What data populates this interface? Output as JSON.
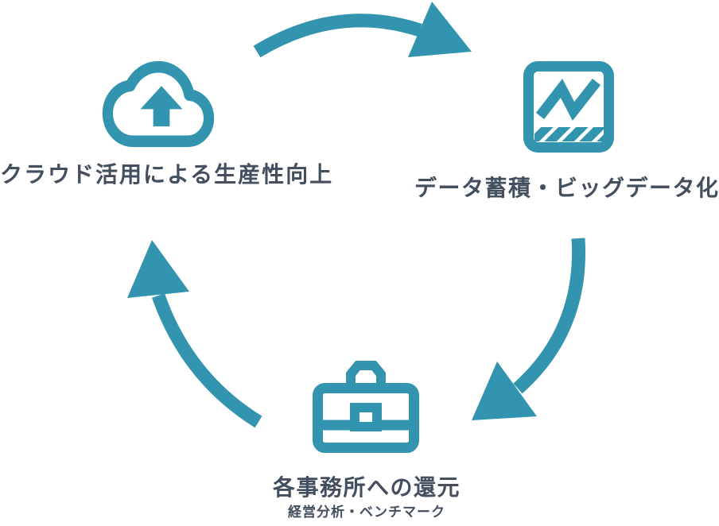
{
  "colors": {
    "accent": "#3394b0",
    "text": "#434e5f",
    "background": "#ffffff"
  },
  "diagram": {
    "type": "cycle",
    "nodes": [
      {
        "id": "cloud",
        "icon": "cloud-upload-icon",
        "label": "クラウド活用による生産性向上"
      },
      {
        "id": "bigdata",
        "icon": "line-chart-board-icon",
        "label": "データ蓄積・ビッグデータ化"
      },
      {
        "id": "offices",
        "icon": "briefcase-icon",
        "label": "各事務所への還元",
        "sublabel": "経営分析・ベンチマーク"
      }
    ],
    "arrows": [
      {
        "from": "cloud",
        "to": "bigdata",
        "direction": "clockwise"
      },
      {
        "from": "bigdata",
        "to": "offices",
        "direction": "clockwise"
      },
      {
        "from": "offices",
        "to": "cloud",
        "direction": "clockwise"
      }
    ]
  }
}
